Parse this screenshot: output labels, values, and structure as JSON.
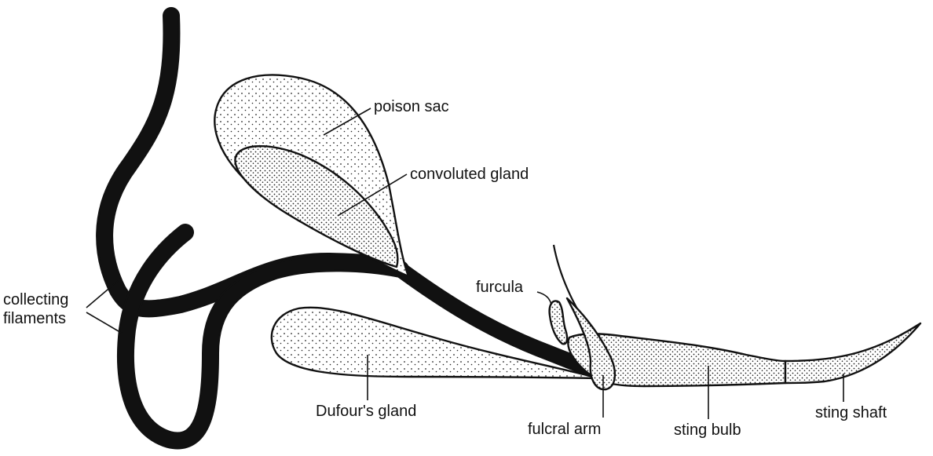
{
  "labels": {
    "poison_sac": "poison sac",
    "convoluted_gland": "convoluted gland",
    "collecting_filaments": "collecting\nfilaments",
    "furcula": "furcula",
    "dufours_gland": "Dufour's gland",
    "fulcral_arm": "fulcral arm",
    "sting_bulb": "sting bulb",
    "sting_shaft": "sting shaft"
  },
  "style": {
    "ink": "#111111",
    "background": "#ffffff",
    "stipple": "#222222"
  }
}
